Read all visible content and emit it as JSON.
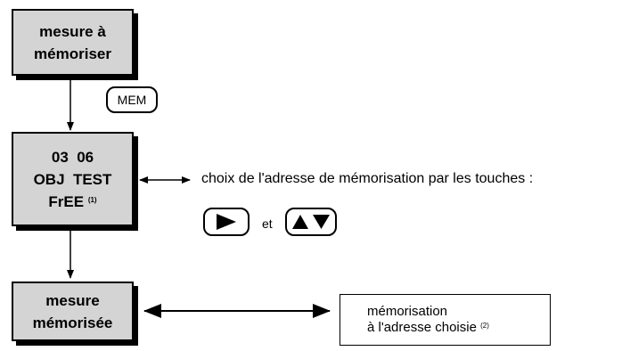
{
  "box1": {
    "line1": "mesure à",
    "line2": "mémoriser"
  },
  "mem_key": {
    "label": "MEM"
  },
  "box2": {
    "line1": "03  06",
    "line2": "OBJ  TEST",
    "line3": "FrEE",
    "note": "(1)"
  },
  "choice_text": "choix de l'adresse de mémorisation par les touches :",
  "keys": {
    "right_icon": "triangle-right-icon",
    "updown_icon": "triangle-up-down-icon",
    "connector": "et"
  },
  "box3": {
    "line1": "mesure",
    "line2": "mémorisée"
  },
  "result_box": {
    "line1": "mémorisation",
    "line2": "à l'adresse choisie",
    "note": "(2)"
  }
}
